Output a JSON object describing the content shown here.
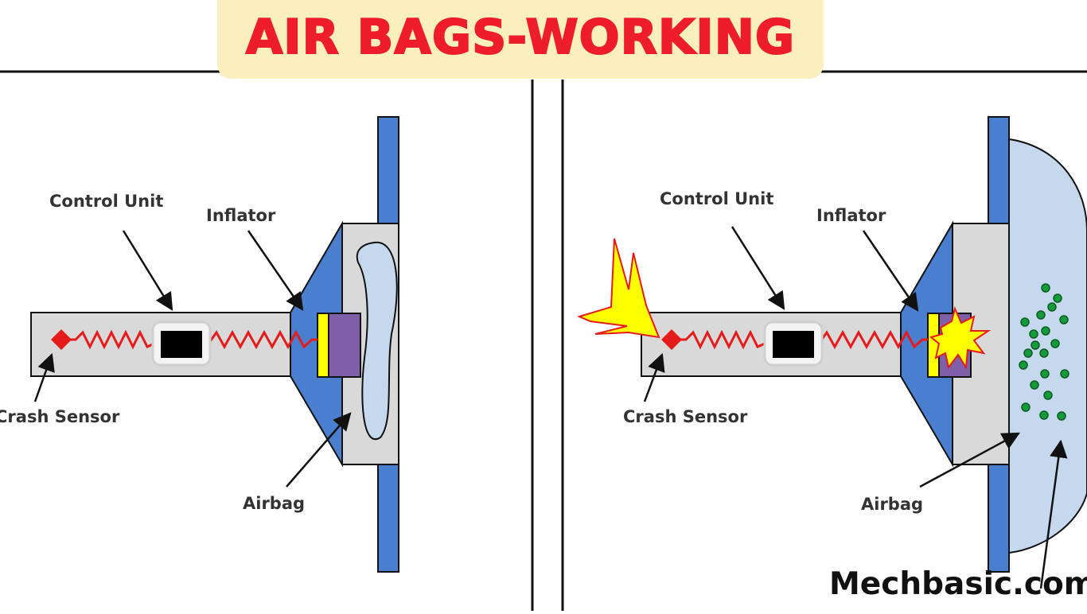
{
  "title": "AIR BAGS-WORKING",
  "watermark": "Mechbasic.com",
  "panels": {
    "left": {
      "control_unit": "Control Unit",
      "inflator": "Inflator",
      "crash_sensor": "Crash Sensor",
      "airbag": "Airbag"
    },
    "right": {
      "control_unit": "Control Unit",
      "inflator": "Inflator",
      "crash_sensor": "Crash Sensor",
      "airbag": "Airbag"
    }
  },
  "colors": {
    "title_red": "#ee1d2b",
    "title_bg": "#fcefbe",
    "panel_blue": "#4a7fcf",
    "housing_grey": "#d9d9d9",
    "airbag_light_blue": "#c5d8ee",
    "wire_red": "#e51b1b",
    "gas_green": "#169b3c",
    "explosion_yellow": "#ffff00"
  }
}
